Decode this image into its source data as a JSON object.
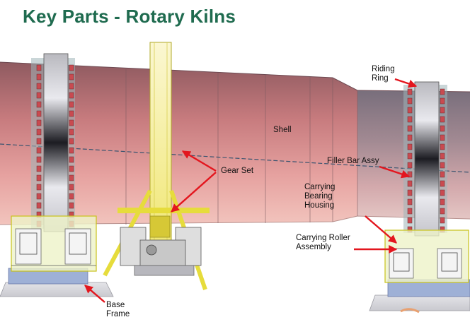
{
  "title": "Key Parts - Rotary Kilns",
  "labels": {
    "riding_ring": [
      "Riding",
      "Ring"
    ],
    "shell": "Shell",
    "gear_set": "Gear Set",
    "filler_bar_assy": "Filler Bar Assy",
    "carrying_bearing_housing": [
      "Carrying",
      "Bearing",
      "Housing"
    ],
    "carrying_roller_assembly": [
      "Carrying Roller",
      "Assembly"
    ],
    "base_frame": [
      "Base",
      "Frame"
    ]
  },
  "colors": {
    "title": "#1f6b4f",
    "arrow": "#e3161e",
    "shell_dark": "#8f5a60",
    "shell_light": "#e8a5a4",
    "housing_fill": "#eef2c8",
    "housing_outline": "#c9c21a",
    "gear_yellow": "#f1ea6a"
  }
}
